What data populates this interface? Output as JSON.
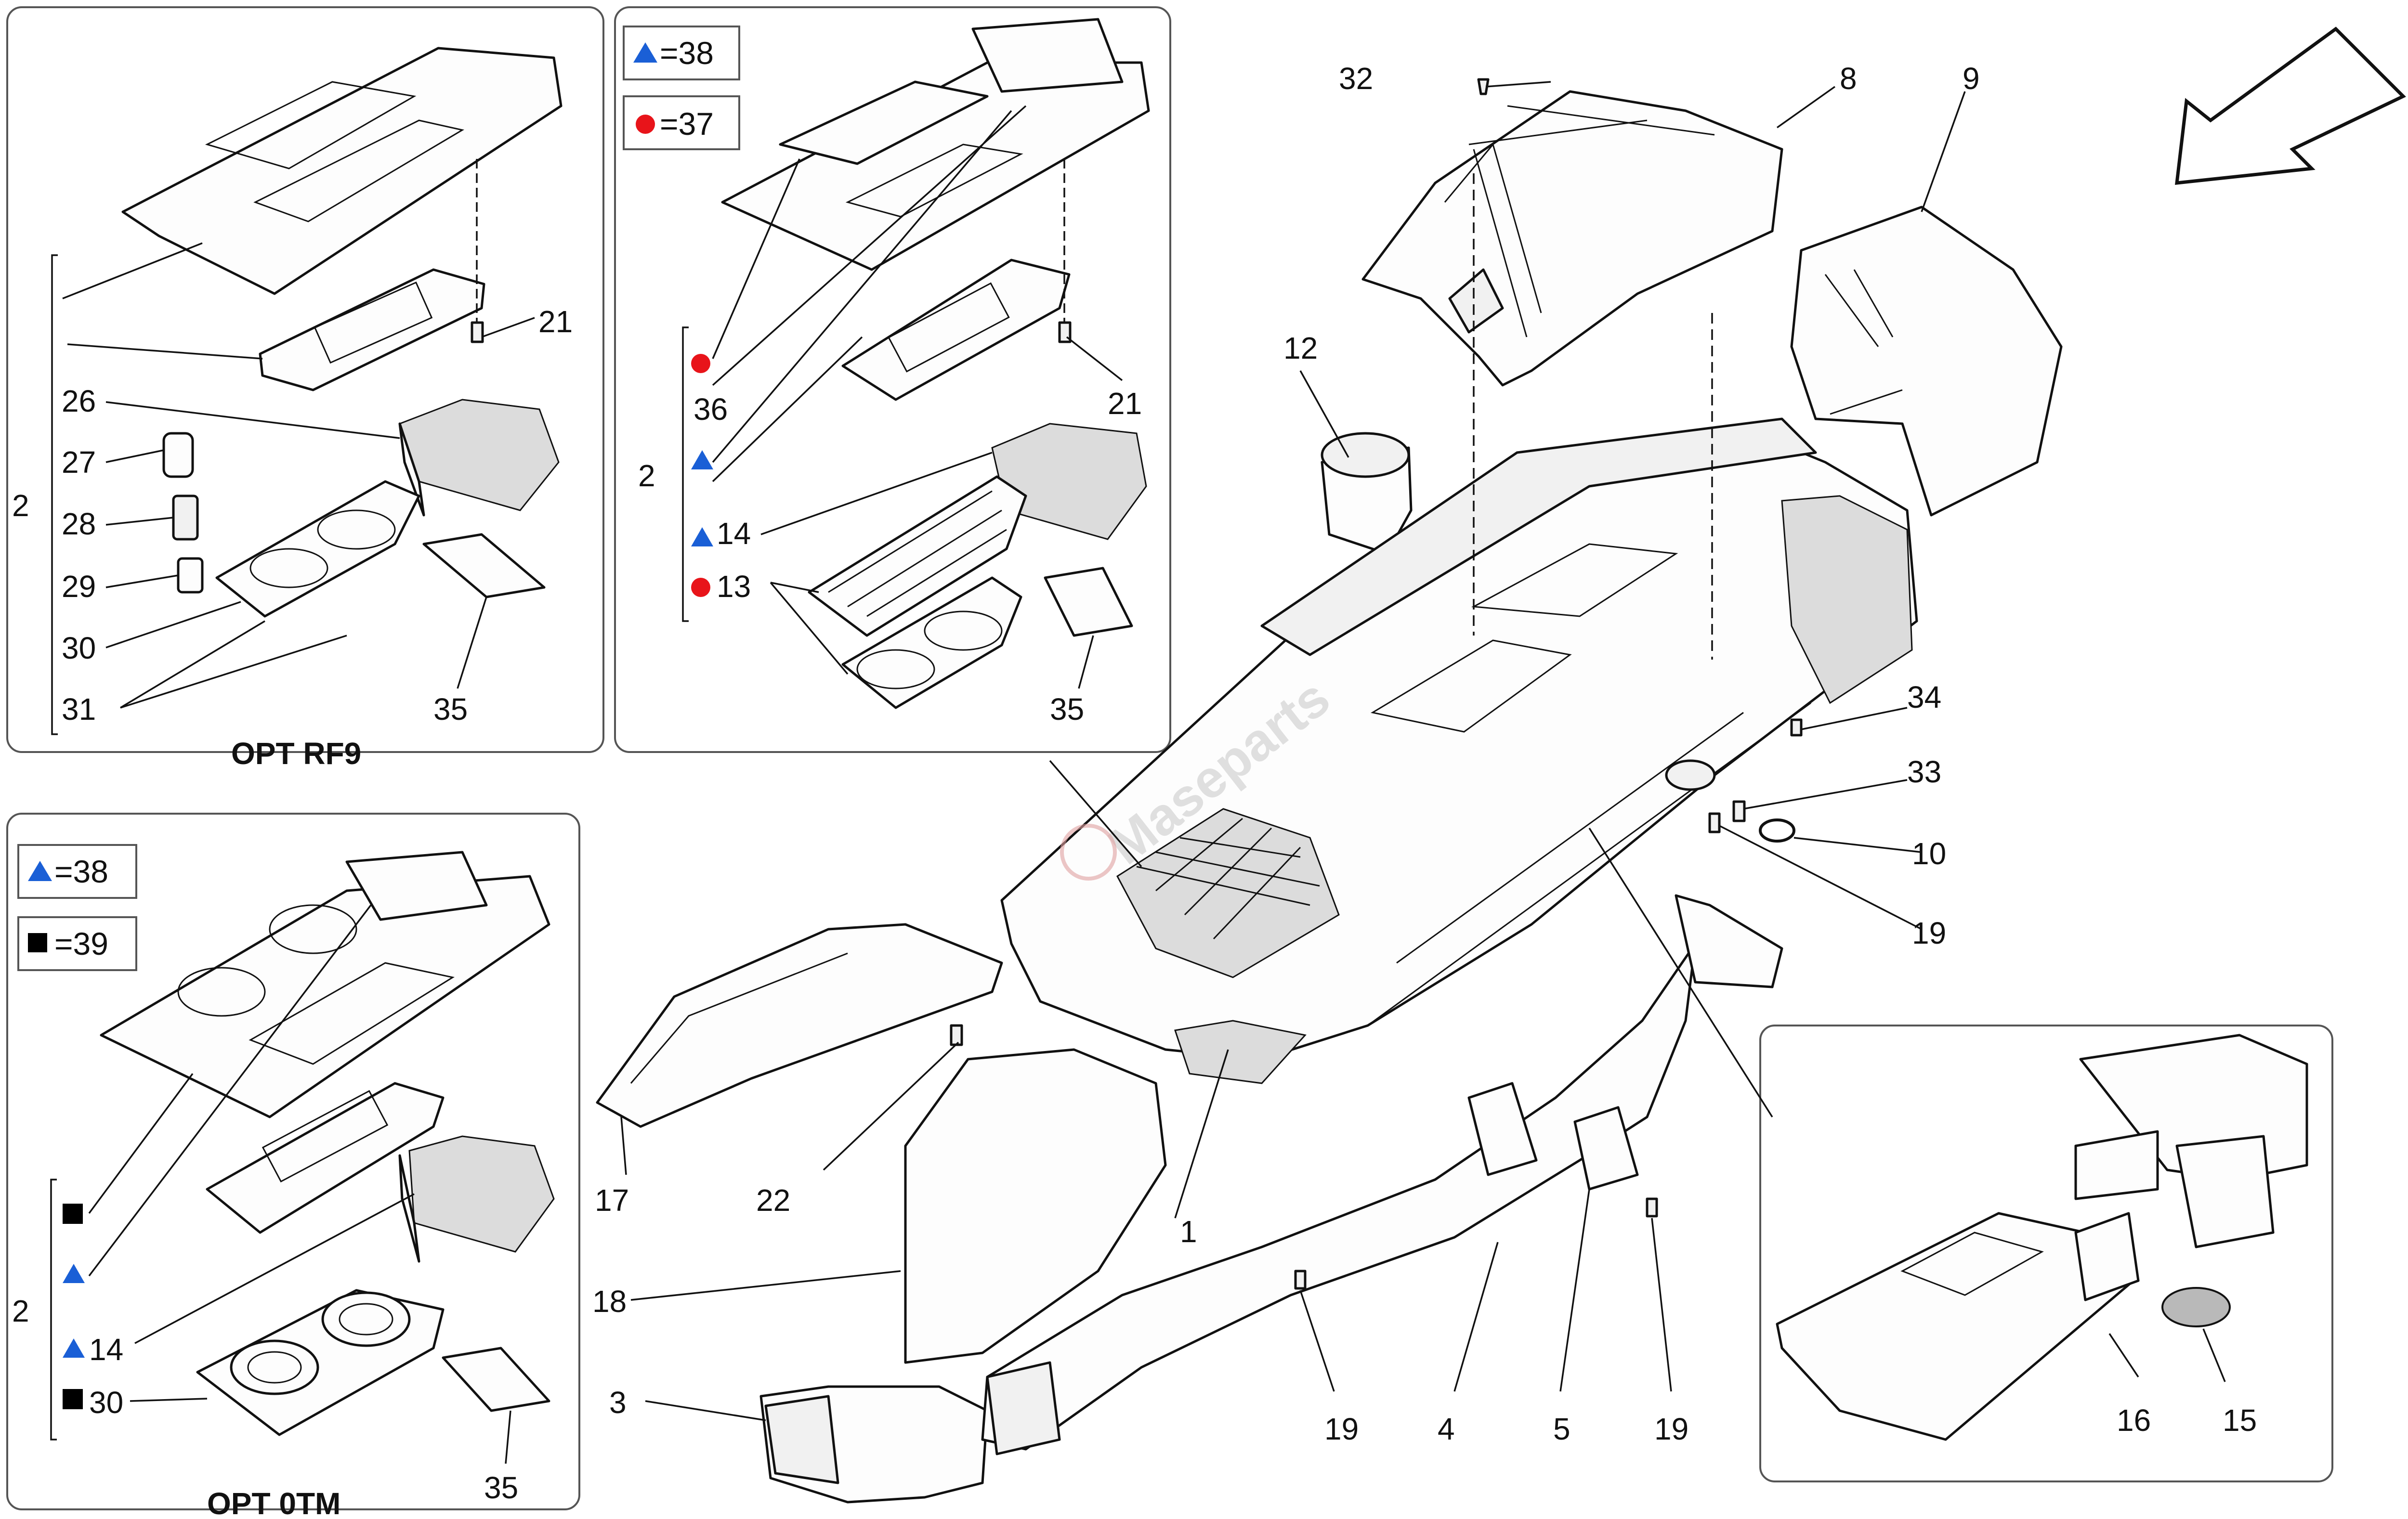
{
  "legend": {
    "rf9": {
      "triangle": "=38",
      "circle": "=37"
    },
    "otm": {
      "triangle": "=38",
      "square": "=39"
    }
  },
  "captions": {
    "rf9": "OPT RF9",
    "otm": "OPT 0TM"
  },
  "callouts": {
    "p1": "1",
    "p2a": "2",
    "p2b": "2",
    "p2c": "2",
    "p3": "3",
    "p4": "4",
    "p5": "5",
    "p8": "8",
    "p9": "9",
    "p10": "10",
    "p12": "12",
    "p13": "13",
    "p14a": "14",
    "p14b": "14",
    "p15": "15",
    "p16": "16",
    "p17": "17",
    "p18": "18",
    "p19a": "19",
    "p19b": "19",
    "p19c": "19",
    "p21a": "21",
    "p21b": "21",
    "p22": "22",
    "p26": "26",
    "p27": "27",
    "p28": "28",
    "p29": "29",
    "p30a": "30",
    "p30b": "30",
    "p31": "31",
    "p32": "32",
    "p33": "33",
    "p34": "34",
    "p35a": "35",
    "p35b": "35",
    "p35c": "35",
    "p36": "36"
  },
  "watermark": "Maseparts",
  "colors": {
    "marker_triangle": "#1a5fd6",
    "marker_circle": "#e8141a",
    "marker_square": "#000000",
    "line": "#111111"
  },
  "icons": [
    "view-direction-arrow",
    "triangle-marker",
    "circle-marker",
    "square-marker"
  ]
}
